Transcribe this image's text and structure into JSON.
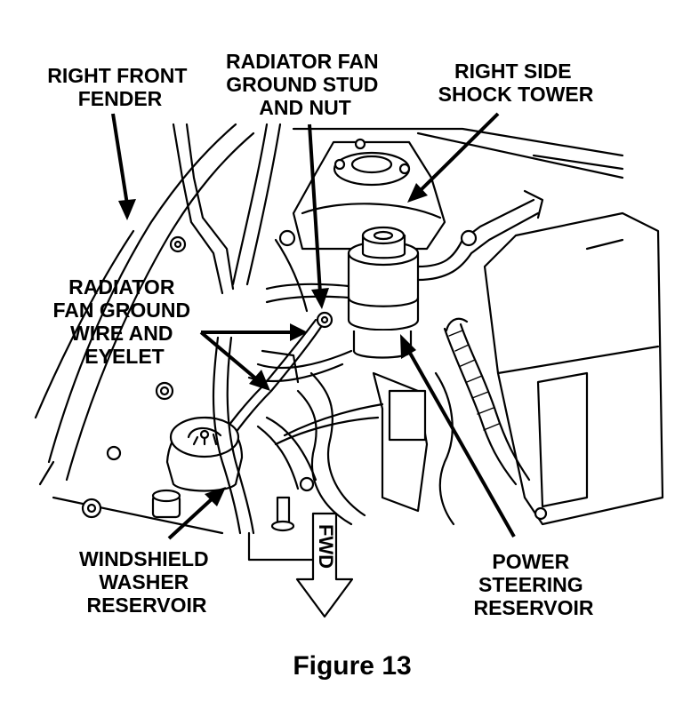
{
  "labels": {
    "right_front_fender": [
      "RIGHT FRONT",
      "FENDER"
    ],
    "radiator_fan_ground_stud": [
      "RADIATOR FAN",
      "GROUND STUD",
      "AND NUT"
    ],
    "right_side_shock_tower": [
      "RIGHT SIDE",
      "SHOCK TOWER"
    ],
    "radiator_fan_ground_wire": [
      "RADIATOR",
      "FAN GROUND",
      "WIRE AND",
      "EYELET"
    ],
    "windshield_washer_reservoir": [
      "WINDSHIELD",
      "WASHER",
      "RESERVOIR"
    ],
    "power_steering_reservoir": [
      "POWER",
      "STEERING",
      "RESERVOIR"
    ]
  },
  "fwd_indicator": "FWD",
  "caption": "Figure 13"
}
